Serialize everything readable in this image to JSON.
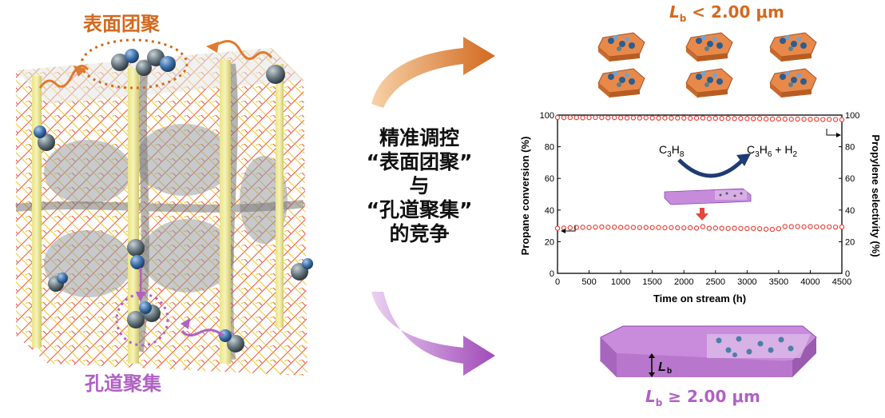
{
  "left_panel": {
    "surface_agglomeration_label": "表面团聚",
    "pore_aggregation_label": "孔道聚集"
  },
  "center": {
    "lines": [
      "精准调控",
      "“表面团聚”",
      "与",
      "“孔道聚集”",
      "的竞争"
    ]
  },
  "top_right": {
    "label_prefix": "L",
    "label_sub": "b",
    "label_suffix": " < 2.00 μm"
  },
  "bottom_right": {
    "label_prefix": "L",
    "label_sub": "b",
    "label_suffix": " ≥ 2.00 μm",
    "dimension_label": "L",
    "dimension_sub": "b"
  },
  "colors": {
    "orange": "#d2691e",
    "purple": "#b061c4",
    "series": "#e8453c",
    "reaction_arrow": "#1f3b73"
  },
  "chart_data": {
    "type": "scatter",
    "xlabel": "Time on stream (h)",
    "ylabel": "Propane conversion (%)",
    "ylabel_right": "Propylene selectivity (%)",
    "xlim": [
      0,
      4500
    ],
    "ylim": [
      0,
      100
    ],
    "xticks": [
      0,
      500,
      1000,
      1500,
      2000,
      2500,
      3000,
      3500,
      4000,
      4500
    ],
    "yticks": [
      0,
      20,
      40,
      60,
      80,
      100
    ],
    "series": [
      {
        "axis": "right",
        "x": [
          0,
          100,
          200,
          300,
          400,
          500,
          600,
          700,
          800,
          900,
          1000,
          1100,
          1200,
          1300,
          1400,
          1500,
          1600,
          1700,
          1800,
          1900,
          2000,
          2100,
          2200,
          2300,
          2400,
          2500,
          2600,
          2700,
          2800,
          2900,
          3000,
          3100,
          3200,
          3300,
          3400,
          3500,
          3600,
          3700,
          3800,
          3900,
          4000,
          4100,
          4200,
          4300,
          4400,
          4500
        ],
        "values": [
          98.5,
          98.4,
          98.5,
          98.4,
          98.3,
          98.4,
          98.5,
          98.4,
          98.3,
          98.4,
          98.3,
          98.2,
          98.3,
          98.2,
          98.3,
          98.2,
          98.1,
          98.2,
          98.1,
          98.2,
          98.1,
          98.0,
          98.1,
          98.2,
          97.8,
          98.0,
          97.9,
          98.0,
          97.8,
          97.9,
          97.8,
          97.7,
          97.8,
          97.6,
          97.5,
          97.6,
          97.5,
          97.4,
          97.5,
          97.4,
          97.3,
          97.4,
          97.2,
          97.3,
          97.2,
          97.1
        ]
      },
      {
        "axis": "left",
        "x": [
          0,
          100,
          200,
          300,
          400,
          500,
          600,
          700,
          800,
          900,
          1000,
          1100,
          1200,
          1300,
          1400,
          1500,
          1600,
          1700,
          1800,
          1900,
          2000,
          2100,
          2200,
          2300,
          2400,
          2500,
          2600,
          2700,
          2800,
          2900,
          3000,
          3100,
          3200,
          3300,
          3400,
          3500,
          3600,
          3700,
          3800,
          3900,
          4000,
          4100,
          4200,
          4300,
          4400,
          4500
        ],
        "values": [
          28.5,
          28.6,
          28.8,
          29.0,
          29.1,
          29.0,
          29.2,
          29.3,
          29.1,
          29.2,
          29.0,
          29.1,
          29.0,
          28.9,
          29.0,
          28.9,
          29.0,
          28.8,
          28.9,
          28.8,
          28.7,
          28.8,
          28.6,
          29.5,
          28.5,
          28.6,
          28.5,
          28.4,
          28.5,
          28.4,
          28.3,
          28.4,
          28.2,
          27.9,
          27.8,
          28.2,
          29.6,
          29.5,
          29.6,
          29.4,
          29.5,
          29.4,
          29.3,
          29.4,
          29.2,
          29.3
        ]
      }
    ],
    "reaction": {
      "reactant": "C3H8",
      "products": "C3H6 + H2"
    }
  }
}
